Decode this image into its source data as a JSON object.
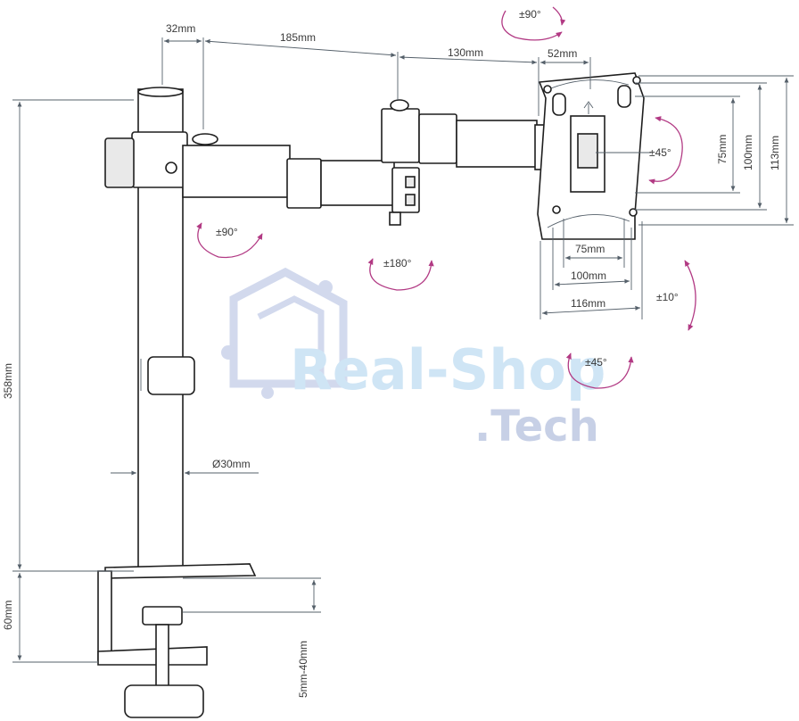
{
  "dimensions": {
    "d32": "32mm",
    "d185": "185mm",
    "d130": "130mm",
    "d52": "52mm",
    "d358": "358mm",
    "d60": "60mm",
    "d30dia": "Ø30mm",
    "d5_40": "5mm-40mm",
    "vesa_h75": "75mm",
    "vesa_h100": "100mm",
    "vesa_w116": "116mm",
    "vesa_v75": "75mm",
    "vesa_v100": "100mm",
    "vesa_v113": "113mm"
  },
  "rotations": {
    "top": "±90°",
    "arm1": "±90°",
    "arm2": "±180°",
    "plate": "±45°",
    "tilt": "±10°",
    "bottom": "±45°"
  },
  "watermark": {
    "line1": "Real-Shop",
    "line2": ".Tech"
  },
  "colors": {
    "rotation_accent": "#b23a84",
    "line": "#1e1e1e",
    "watermark_blue": "#cfe5f5"
  }
}
